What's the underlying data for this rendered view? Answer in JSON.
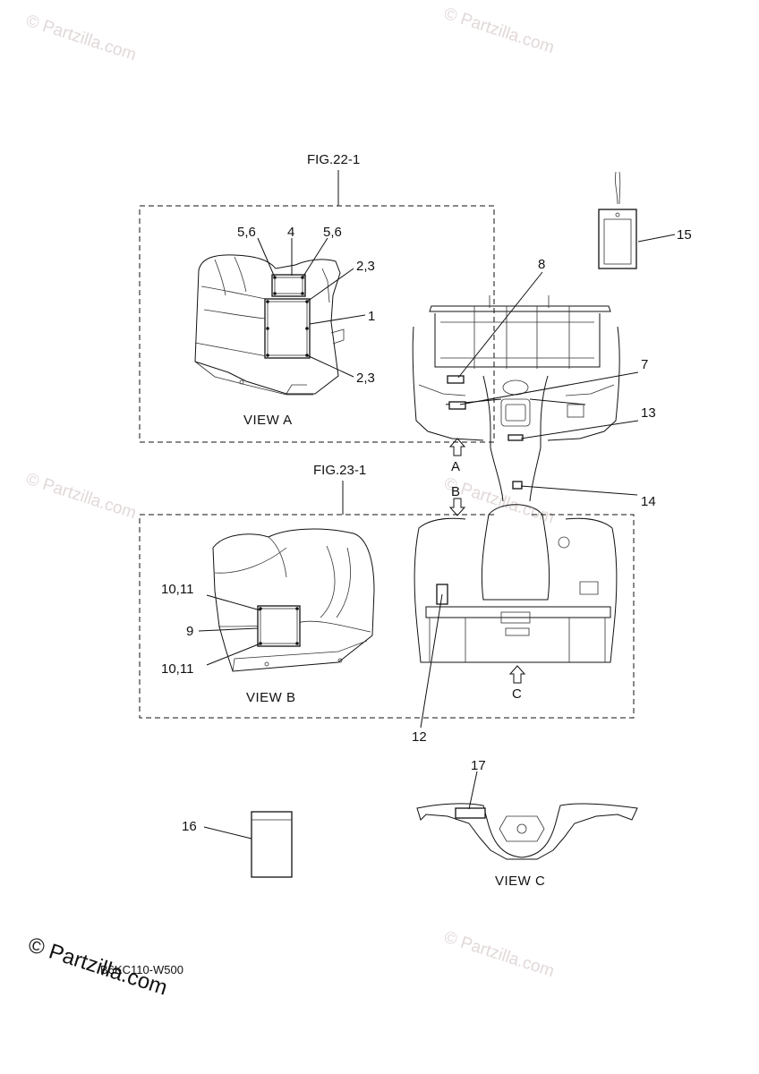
{
  "watermark": {
    "text": "© Partzilla.com",
    "color": "#e2d8d8"
  },
  "figure_refs": {
    "fig22": "FIG.22-1",
    "fig23": "FIG.23-1"
  },
  "views": {
    "a": "VIEW A",
    "b": "VIEW B",
    "c": "VIEW C"
  },
  "arrow_letters": {
    "a": "A",
    "b": "B",
    "c": "C"
  },
  "callouts": {
    "c1": "1",
    "c2_3_top": "2,3",
    "c2_3_bottom": "2,3",
    "c4": "4",
    "c5_6_left": "5,6",
    "c5_6_right": "5,6",
    "c7": "7",
    "c8": "8",
    "c9": "9",
    "c10_11_top": "10,11",
    "c10_11_bottom": "10,11",
    "c12": "12",
    "c13": "13",
    "c14": "14",
    "c15": "15",
    "c16": "16",
    "c17": "17"
  },
  "diagram_code": "B6KC110-W500"
}
